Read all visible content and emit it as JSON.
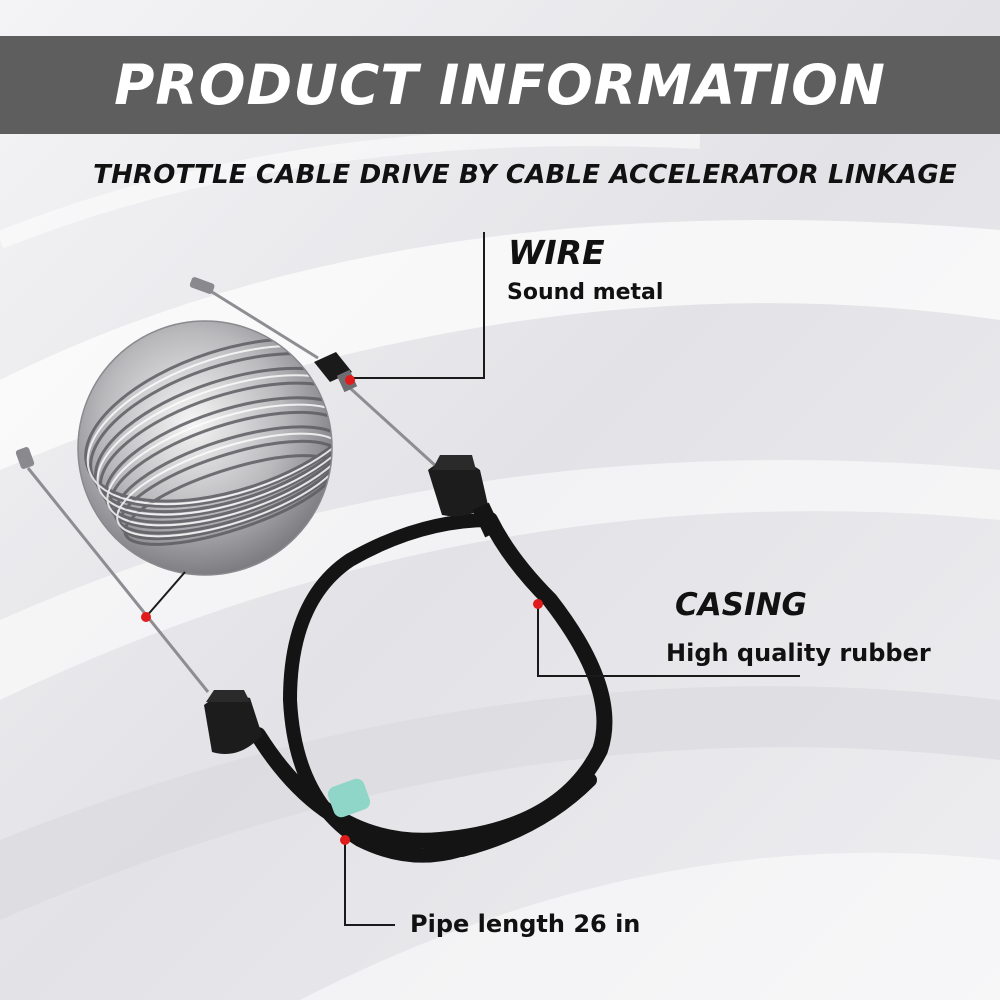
{
  "header": {
    "title": "PRODUCT INFORMATION",
    "subtitle": "THROTTLE CABLE DRIVE BY CABLE ACCELERATOR LINKAGE"
  },
  "callouts": {
    "wire": {
      "title": "WIRE",
      "description": "Sound metal"
    },
    "casing": {
      "title": "CASING",
      "description": "High quality rubber"
    },
    "pipe": {
      "description": "Pipe length 26 in"
    }
  },
  "colors": {
    "banner": "#5e5e5e",
    "marker": "#e01b1b",
    "casing": "#141414",
    "sleeve": "#8fd6c9"
  }
}
